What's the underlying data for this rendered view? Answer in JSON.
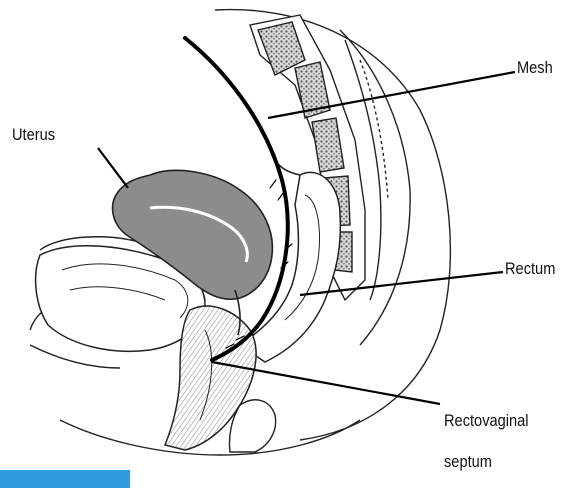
{
  "labels": {
    "mesh": "Mesh",
    "uterus": "Uterus",
    "rectum": "Rectum",
    "rectovaginal_line1": "Rectovaginal",
    "rectovaginal_line2": "septum"
  },
  "colors": {
    "ink": "#111111",
    "uterus_fill": "#8c8c8c",
    "vertebra_fill": "#9a9a9a",
    "accent_bar": "#2f9be0"
  }
}
